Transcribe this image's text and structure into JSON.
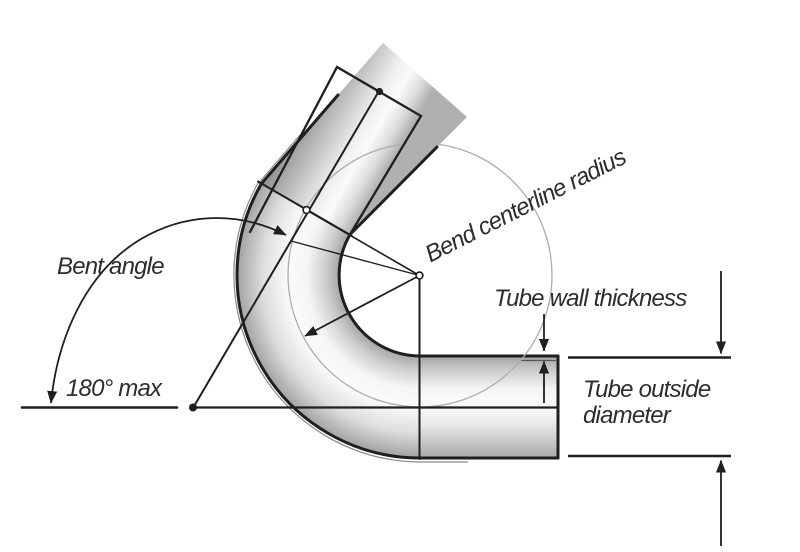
{
  "diagram": {
    "labels": {
      "bent_angle": "Bent angle",
      "bend_limit": "180° max",
      "bend_centerline_radius": "Bend centerline radius",
      "tube_wall_thickness": "Tube wall thickness",
      "tube_outside_diameter": {
        "line1": "Tube outside",
        "line2": "diameter"
      }
    },
    "colors": {
      "ink": "#1f1f1f",
      "text": "#2d2d2d",
      "centerline_circle": "#adadad",
      "background": "#ffffff"
    }
  }
}
